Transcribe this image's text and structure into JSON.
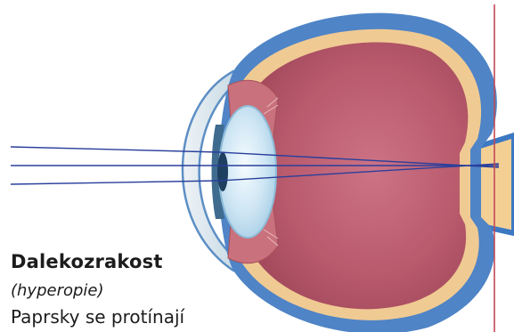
{
  "caption": {
    "title": "Dalekozrakost",
    "subtitle": "(hyperopie)",
    "body": "Paprsky se protínají"
  },
  "colors": {
    "sclera_outer": "#4f84c6",
    "sclera_inner": "#f0ca93",
    "choroid": "#cf5d68",
    "vitreous": "#b7576a",
    "lens": "#cfe7f5",
    "cornea": "#d5e3ec",
    "light_rays": "#2a3f9c",
    "retina_line": "#c24a55",
    "optic_nerve": "#f3cf94"
  }
}
